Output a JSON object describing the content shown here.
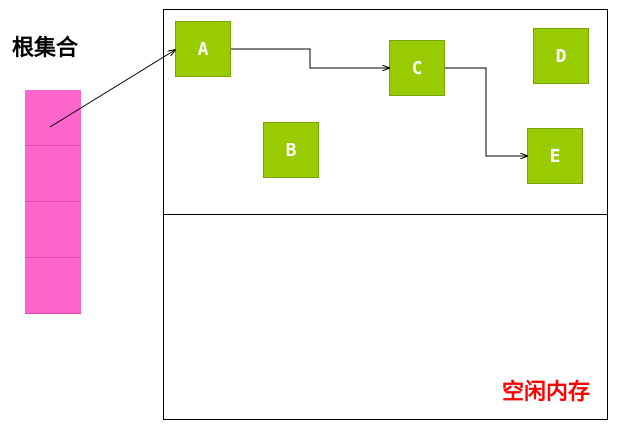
{
  "root_set": {
    "label": "根集合",
    "cell_count": 4
  },
  "nodes": [
    {
      "id": "A",
      "label": "A"
    },
    {
      "id": "B",
      "label": "B"
    },
    {
      "id": "C",
      "label": "C"
    },
    {
      "id": "D",
      "label": "D"
    },
    {
      "id": "E",
      "label": "E"
    }
  ],
  "edges": [
    {
      "from": "root",
      "to": "A"
    },
    {
      "from": "A",
      "to": "C"
    },
    {
      "from": "C",
      "to": "E"
    }
  ],
  "free_memory": {
    "label": "空闲内存"
  },
  "colors": {
    "node_fill": "#99cc00",
    "root_fill": "#ff66cc",
    "free_label": "#ff0000"
  }
}
